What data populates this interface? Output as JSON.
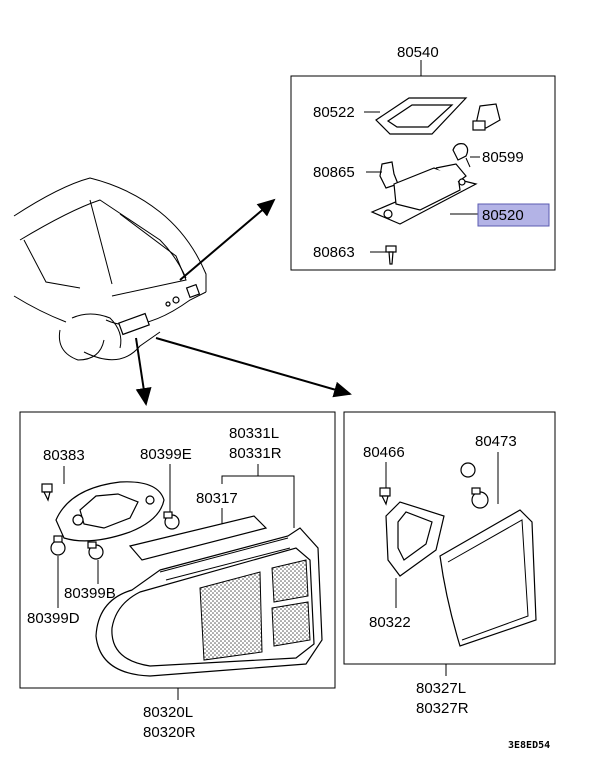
{
  "labels": {
    "p80540": "80540",
    "p80522": "80522",
    "p80599": "80599",
    "p80865": "80865",
    "p80520": "80520",
    "p80863": "80863",
    "p80383": "80383",
    "p80399E": "80399E",
    "p80331L": "80331L",
    "p80331R": "80331R",
    "p80317": "80317",
    "p80399B": "80399B",
    "p80399D": "80399D",
    "p80320L": "80320L",
    "p80320R": "80320R",
    "p80466": "80466",
    "p80473": "80473",
    "p80322": "80322",
    "p80327L": "80327L",
    "p80327R": "80327R"
  },
  "diagram_code": "3E8ED54",
  "colors": {
    "highlight": "#b3b3e6",
    "highlight_border": "#5b5bb0",
    "line": "#000000"
  }
}
